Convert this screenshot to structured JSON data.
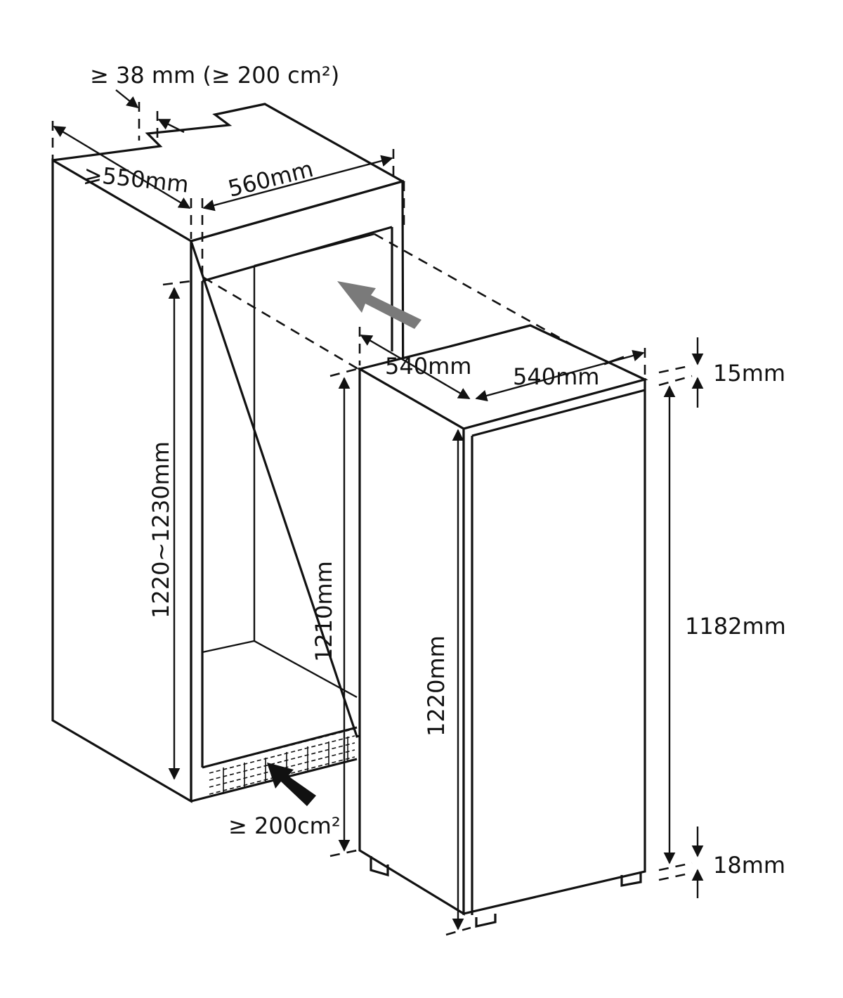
{
  "labels": {
    "vent_top": "≥ 38 mm (≥ 200 cm²)",
    "niche_depth": "⩾550mm",
    "niche_width": "560mm",
    "niche_height": "1220~1230mm",
    "appliance_depth": "540mm",
    "appliance_width": "540mm",
    "top_gap": "15mm",
    "door_height": "1182mm",
    "bottom_gap": "18mm",
    "body_height": "1210mm",
    "total_height": "1220mm",
    "vent_bottom": "≥ 200cm²"
  },
  "colors": {
    "line": "#111111",
    "arrow_gray": "#7a7a7a",
    "background": "#ffffff"
  }
}
